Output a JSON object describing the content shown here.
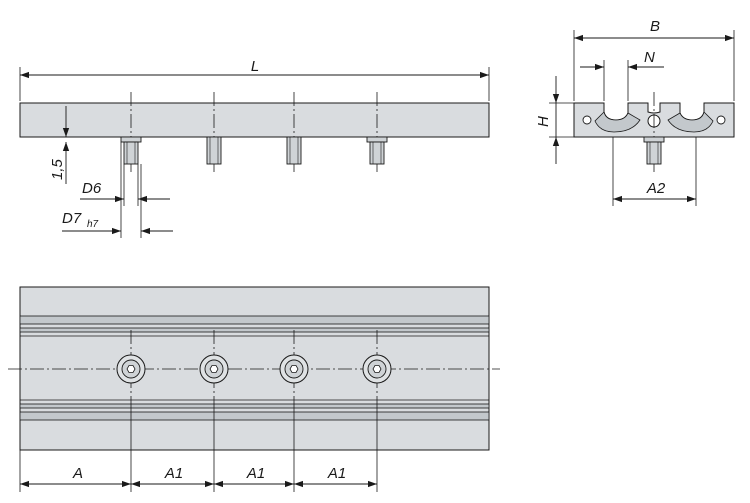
{
  "labels": {
    "L": "L",
    "B": "B",
    "N": "N",
    "H": "H",
    "A2": "A2",
    "t15": "1,5",
    "D6": "D6",
    "D7": "D7",
    "h7": "h7",
    "A": "A",
    "A1a": "A1",
    "A1b": "A1",
    "A1c": "A1"
  }
}
